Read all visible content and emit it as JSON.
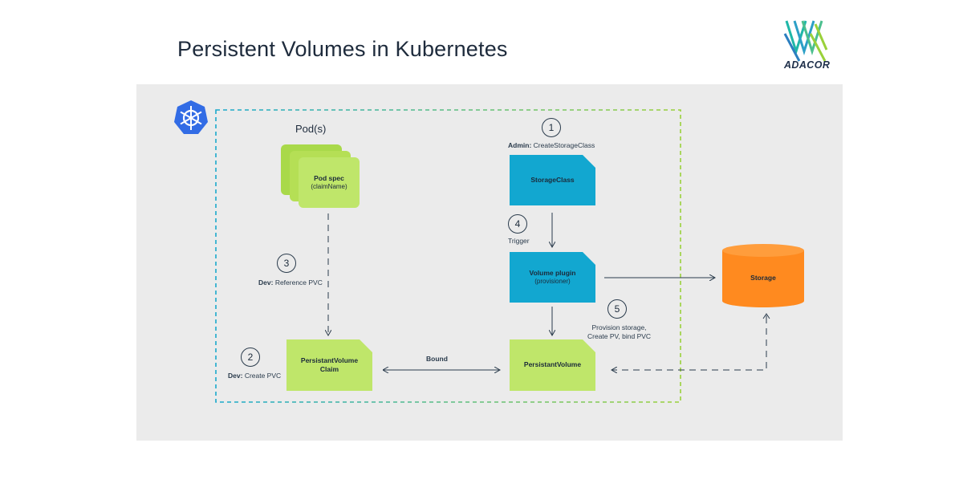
{
  "title": "Persistent Volumes in Kubernetes",
  "logo": {
    "text": "ADACOR",
    "colors": [
      "#1fb7a8",
      "#9ad13a",
      "#2c7fc0"
    ]
  },
  "kubernetes_icon": "kubernetes-helm-icon",
  "diagram": {
    "pods_title": "Pod(s)",
    "pod_spec": {
      "title": "Pod spec",
      "subtitle": "(claimName)"
    },
    "storage_class": "StorageClass",
    "volume_plugin": {
      "title": "Volume plugin",
      "subtitle": "(provisioner)"
    },
    "persistent_volume": "PersistantVolume",
    "pvc": {
      "line1": "PersistantVolume",
      "line2": "Claim"
    },
    "storage": "Storage",
    "bound_label": "Bound",
    "steps": [
      {
        "num": "1",
        "role": "Admin:",
        "text": "CreateStorageClass"
      },
      {
        "num": "2",
        "role": "Dev:",
        "text": "Create PVC"
      },
      {
        "num": "3",
        "role": "Dev:",
        "text": "Reference PVC"
      },
      {
        "num": "4",
        "role": "",
        "text": "Trigger"
      },
      {
        "num": "5",
        "role": "",
        "text": "Provision storage,",
        "text2": "Create PV, bind PVC"
      }
    ]
  },
  "colors": {
    "green": "#bfe66a",
    "blue": "#12a7d0",
    "orange": "#ff8a1f",
    "k8s_blue": "#326ce5",
    "panel_bg": "#ebebeb"
  }
}
